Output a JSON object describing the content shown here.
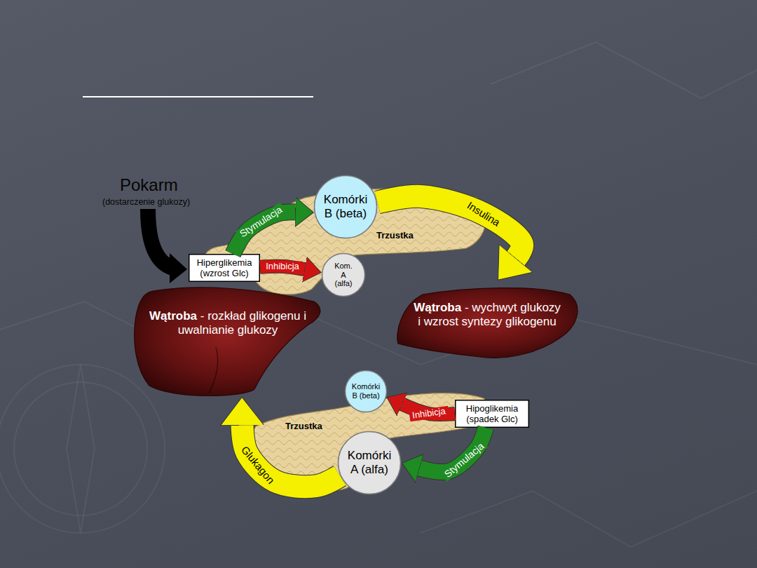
{
  "diagram": {
    "nodes": [
      {
        "text": [
          "Trzustka"
        ]
      },
      {
        "text": [
          "Komórki B (beta)"
        ]
      },
      {
        "text": [
          "Hiperglikemia (wzrost Glc)"
        ]
      },
      {
        "text": [
          "Kom. A (alfa)"
        ]
      },
      {
        "text": [
          "Wątroba",
          "- rozkład glikogenu i uwalnianie glukozy"
        ]
      },
      {
        "text": [
          "Wątroba",
          "- wychwyt glukozy i wzrost syntezy glikogenu"
        ]
      },
      {
        "text": [
          "Trzustka"
        ]
      },
      {
        "text": [
          "Komórki B (beta)"
        ]
      },
      {
        "text": [
          "Hipoglikemia (spadek Glc)"
        ]
      },
      {
        "text": [
          "Komórki A (alfa)"
        ]
      }
    ],
    "edges": [
      {
        "from": 2,
        "to": 1,
        "label": "Stymulacja",
        "arrow": "to"
      },
      {
        "from": 2,
        "to": 3,
        "label": "Inhibicja",
        "arrow": "to"
      },
      {
        "from": 1,
        "to": 5,
        "label": "Insulina",
        "arrow": "to"
      },
      {
        "from": 8,
        "to": 7,
        "label": "Inhibicja",
        "arrow": "to"
      },
      {
        "from": 8,
        "to": 9,
        "label": "Stymulacja",
        "arrow": "to"
      },
      {
        "from": 9,
        "to": 4,
        "label": "Glukagon",
        "arrow": "to"
      }
    ],
    "labels": [
      "Pokarm",
      "(dostarczenie glukozy)"
    ]
  }
}
